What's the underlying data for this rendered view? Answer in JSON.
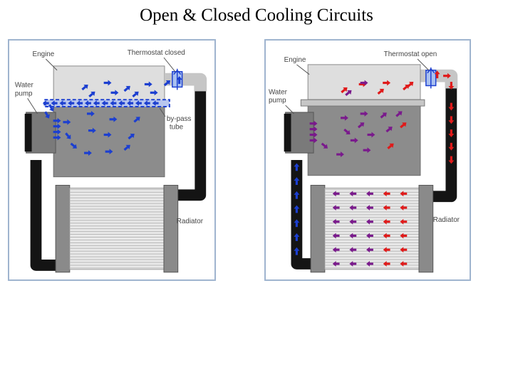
{
  "title": "Open & Closed Cooling Circuits",
  "closed": {
    "engine": "Engine",
    "thermostat": "Thermostat closed",
    "water": "Water",
    "pump": "pump",
    "bypass_1": "by-pass",
    "bypass_2": "tube",
    "radiator": "Radiator"
  },
  "open": {
    "engine": "Engine",
    "thermostat": "Thermostat open",
    "water": "Water",
    "pump": "pump",
    "radiator": "Radiator"
  },
  "colors": {
    "cold_flow": "#1c3fd0",
    "warm_flow": "#7a1a8c",
    "hot_flow": "#e01a1a",
    "engine_top": "#dedede",
    "engine_body": "#8c8c8c",
    "hose": "#141414",
    "frame": "#9fb4cf"
  },
  "icons": [
    "arrow-icon",
    "thermostat-valve-icon",
    "water-pump-icon"
  ]
}
